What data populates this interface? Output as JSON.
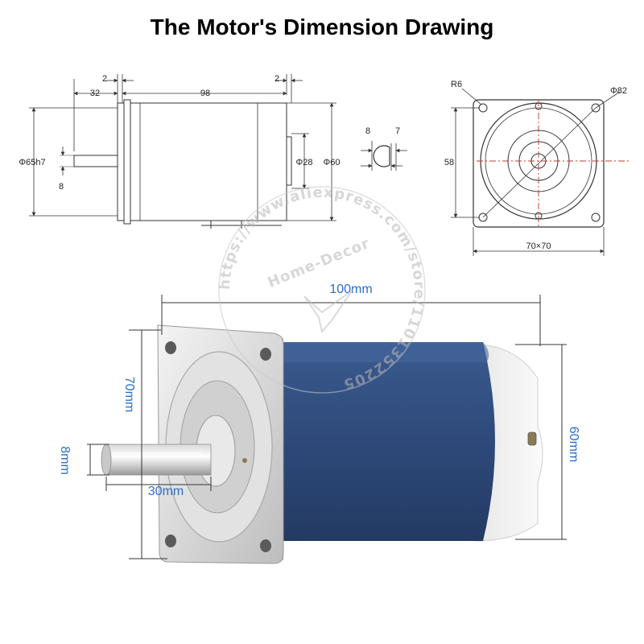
{
  "title": "The Motor's Dimension Drawing",
  "side_view": {
    "dim_2_left": "2",
    "dim_32": "32",
    "dim_98": "98",
    "dim_2_right": "2",
    "dim_flange_dia": "Φ65h7",
    "dim_shaft_8": "8",
    "dim_boss": "Φ28",
    "dim_body": "Φ60"
  },
  "shaft_section": {
    "dim_8": "8",
    "dim_7": "7"
  },
  "front_view": {
    "dim_radius": "R6",
    "dim_bolt_circle": "Φ82",
    "dim_58": "58",
    "dim_square": "70×70"
  },
  "photo": {
    "length_label": "100mm",
    "flange_label": "70mm",
    "shaft_dia_label": "8mm",
    "shaft_len_label": "30mm",
    "body_dia_label": "60mm",
    "body_color": "#2f4b7c",
    "dim_color": "#2a6fc8"
  },
  "watermark": {
    "circle_text": "https://www.aliexpress.com/store/1101352205",
    "center_text": "Home-Decor"
  }
}
